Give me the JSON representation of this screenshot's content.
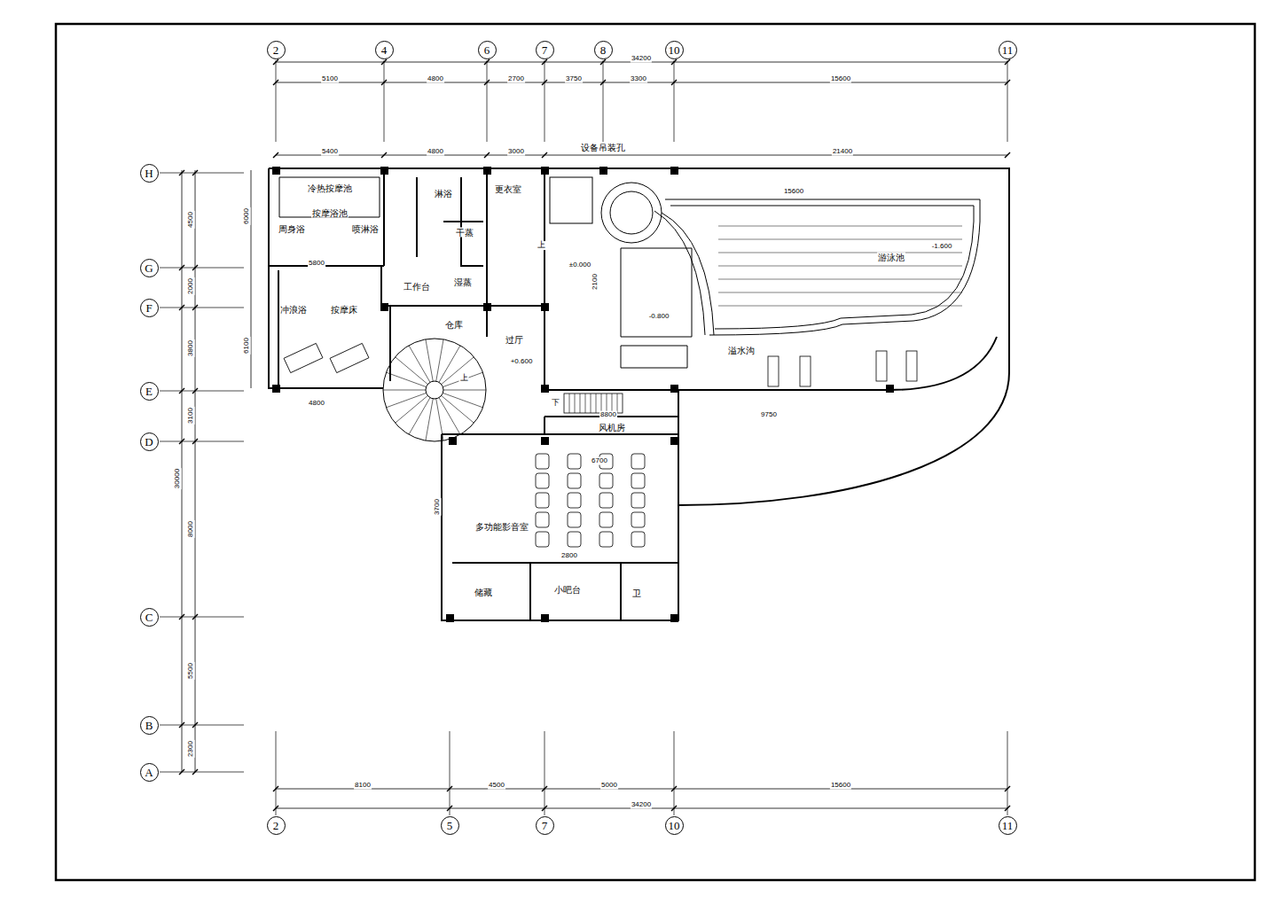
{
  "diagram": {
    "nodes": [
      {
        "text": [
          "2"
        ]
      },
      {
        "text": [
          "4"
        ]
      },
      {
        "text": [
          "6"
        ]
      },
      {
        "text": [
          "7"
        ]
      },
      {
        "text": [
          "8"
        ]
      },
      {
        "text": [
          "10"
        ]
      },
      {
        "text": [
          "11"
        ]
      },
      {
        "text": [
          "H"
        ]
      },
      {
        "text": [
          "G"
        ]
      },
      {
        "text": [
          "F"
        ]
      },
      {
        "text": [
          "E"
        ]
      },
      {
        "text": [
          "D"
        ]
      },
      {
        "text": [
          "C"
        ]
      },
      {
        "text": [
          "B"
        ]
      },
      {
        "text": [
          "A"
        ]
      },
      {
        "text": [
          "2"
        ]
      },
      {
        "text": [
          "5"
        ]
      },
      {
        "text": [
          "7"
        ]
      },
      {
        "text": [
          "10"
        ]
      },
      {
        "text": [
          "11"
        ]
      }
    ],
    "labels": [
      "34200",
      "5100",
      "4800",
      "2700",
      "3750",
      "3300",
      "15600",
      "5400",
      "4800",
      "3000",
      "21400",
      "8100",
      "4500",
      "5000",
      "15600",
      "34200",
      "4500",
      "2000",
      "3800",
      "3100",
      "8000",
      "5500",
      "2300",
      "30000",
      "6000",
      "6100",
      "设备吊装孔",
      "游泳池",
      "-1.600",
      "15600",
      "更衣室",
      "淋浴",
      "干蒸",
      "湿蒸",
      "工作台",
      "仓库",
      "过厅",
      "±0.000",
      "+0.600",
      "-0.800",
      "上",
      "下",
      "上",
      "风机房",
      "多功能影音室",
      "小吧台",
      "储藏",
      "卫",
      "溢水沟",
      "冷热按摩池",
      "按摩浴池",
      "周身浴",
      "喷淋浴",
      "冲浪浴",
      "按摩床",
      "5800",
      "4800",
      "8800",
      "9750",
      "2100",
      "6700",
      "2800",
      "3700"
    ]
  }
}
